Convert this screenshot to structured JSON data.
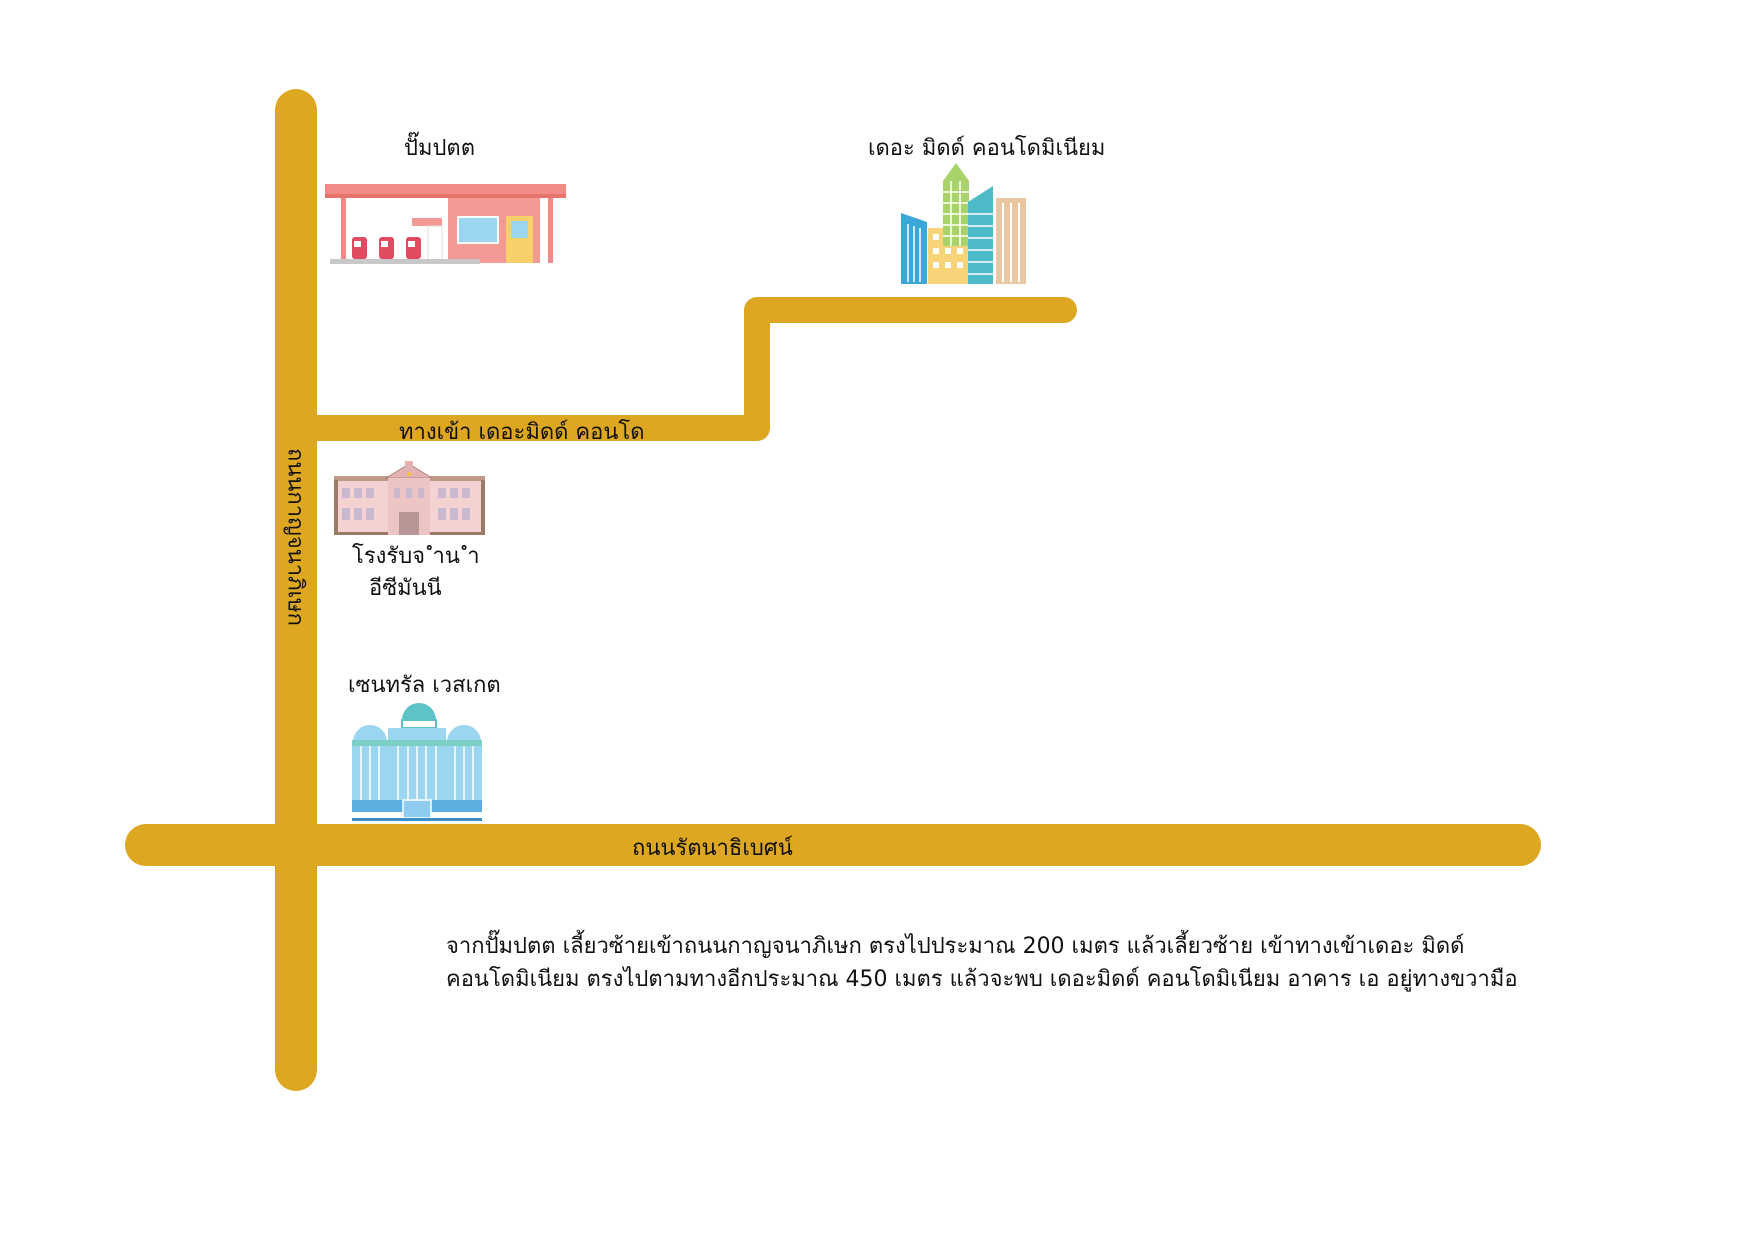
{
  "roads": {
    "color": "#DEA722",
    "vertical_label": "ถนนกาญจนาภิเษก",
    "horizontal_label": "ถนนรัตนาธิเบศน์",
    "entrance_label": "ทางเข้า เดอะมิดด์ คอนโด"
  },
  "places": {
    "gas_station": {
      "label": "ปั๊มปตต",
      "icon": "gas-station-icon"
    },
    "condo": {
      "label": "เดอะ มิดด์ คอนโดมิเนียม",
      "icon": "condo-buildings-icon"
    },
    "pawnshop": {
      "line1": "โรงรับจ ำน ำ",
      "line2": "อีซีมันนี",
      "icon": "pawnshop-building-icon"
    },
    "mall": {
      "label": "เซนทรัล เวสเกต",
      "icon": "mall-building-icon"
    }
  },
  "directions": {
    "line1": "จากปั๊มปตต เลี้ยวซ้ายเข้าถนนกาญจนาภิเษก  ตรงไปประมาณ 200 เมตร แล้วเลี้ยวซ้าย เข้าทางเข้าเดอะ มิดด์",
    "line2": "คอนโดมิเนียม ตรงไปตามทางอีกประมาณ 450 เมตร แล้วจะพบ เดอะมิดด์ คอนโดมิเนียม อาคาร เอ อยู่ทางขวามือ"
  }
}
